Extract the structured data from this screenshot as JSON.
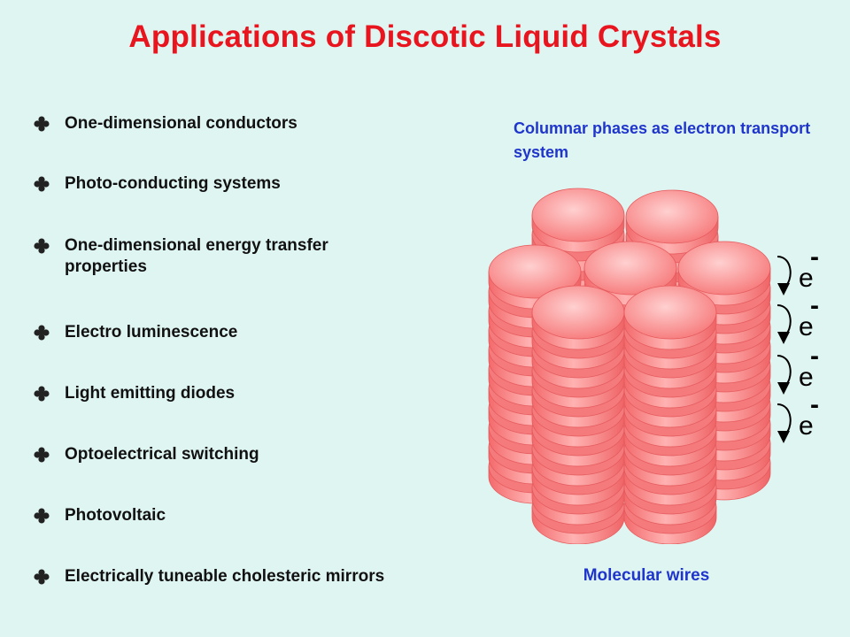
{
  "title": "Applications of Discotic Liquid Crystals",
  "bullets": [
    "One-dimensional conductors",
    "Photo-conducting systems",
    "One-dimensional energy transfer properties",
    "Electro luminescence",
    "Light emitting diodes",
    "Optoelectrical switching",
    "Photovoltaic",
    "Electrically tuneable cholesteric mirrors"
  ],
  "bullet_icon": "diamond-clover-bullet-icon",
  "diagram": {
    "caption_top": "Columnar phases as electron transport system",
    "caption_bottom": "Molecular wires",
    "electron_label": "e",
    "electron_charge": "-",
    "disc_color": "#f77f80",
    "disc_highlight": "#ffd0d0"
  },
  "colors": {
    "background": "#dff5f2",
    "title": "#e8141e",
    "caption": "#1f35cc"
  }
}
